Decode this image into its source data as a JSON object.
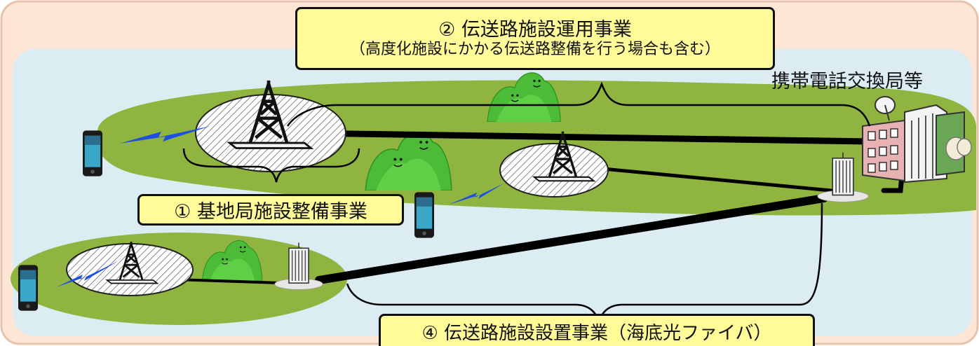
{
  "labels": {
    "project1": "① 基地局施設整備事業",
    "project2_line1": "② 伝送路施設運用事業",
    "project2_line2": "（高度化施設にかかる伝送路整備を行う場合も含む）",
    "project4": "④ 伝送路施設設置事業（海底光ファイバ）",
    "mobile_station": "携帯電話交換局等"
  },
  "colors": {
    "frame_bg": "#fde6d6",
    "sea": "#dbecf3",
    "island": "#8fb540",
    "mountain": "#4cbc38",
    "label_bg": "#fffb99",
    "radio_wave": "#1c4fe0"
  }
}
